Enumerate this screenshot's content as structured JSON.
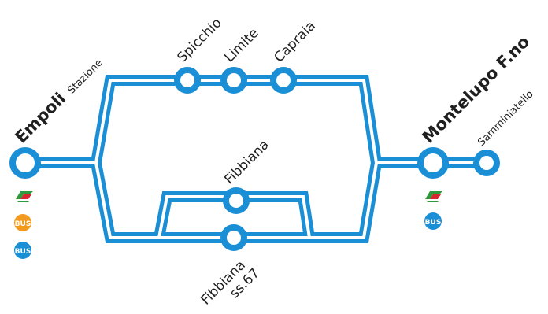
{
  "colors": {
    "line": "#1b8fd6",
    "inner": "#ffffff",
    "bus_orange": "#f29a1f",
    "bus_blue": "#1b8fd6",
    "rail_green": "#2e9a3e",
    "rail_red": "#d8262f",
    "text": "#1f1f1f"
  },
  "stations": {
    "empoli": {
      "name": "Empoli",
      "sub": "Stazione"
    },
    "spicchio": {
      "name": "Spicchio"
    },
    "limite": {
      "name": "Limite"
    },
    "capraia": {
      "name": "Capraia"
    },
    "fibbiana": {
      "name": "Fibbiana"
    },
    "fibbiana_ss67": {
      "line1": "Fibbiana",
      "line2": "ss.67"
    },
    "montelupo": {
      "name": "Montelupo F.no"
    },
    "samminiatello": {
      "name": "Samminiatello"
    }
  },
  "badges": {
    "empoli": [
      {
        "kind": "rail",
        "icon": "train-icon"
      },
      {
        "kind": "bus",
        "label": "BUS",
        "color": "orange"
      },
      {
        "kind": "bus",
        "label": "BUS",
        "color": "blue"
      }
    ],
    "montelupo": [
      {
        "kind": "rail",
        "icon": "train-icon"
      },
      {
        "kind": "bus",
        "label": "BUS",
        "color": "blue"
      }
    ]
  }
}
